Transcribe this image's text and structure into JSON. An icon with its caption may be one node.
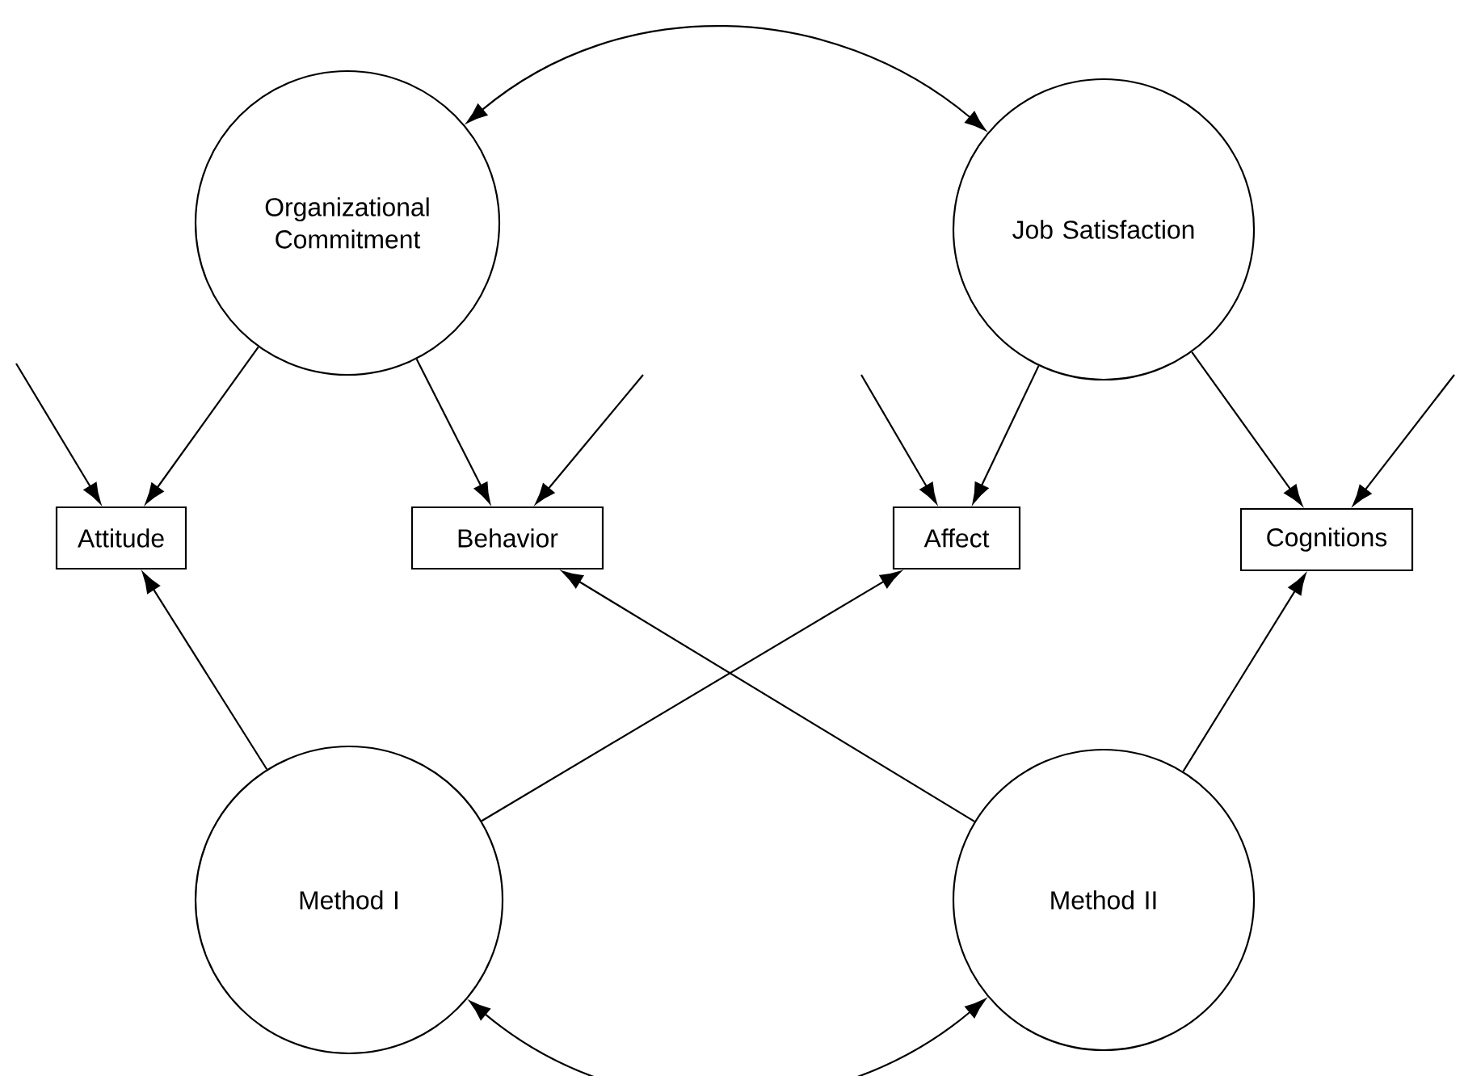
{
  "diagram": {
    "nodes": [
      {
        "text": [
          "Organizational Commitment"
        ]
      },
      {
        "text": [
          "Job Satisfaction"
        ]
      },
      {
        "text": [
          "Attitude"
        ]
      },
      {
        "text": [
          "Behavior"
        ]
      },
      {
        "text": [
          "Affect"
        ]
      },
      {
        "text": [
          "Cognitions"
        ]
      },
      {
        "text": [
          "Method I"
        ]
      },
      {
        "text": [
          "Method II"
        ]
      }
    ],
    "edges": [
      {
        "from": 0,
        "to": 1,
        "arrow": "both"
      },
      {
        "from": 0,
        "to": 2,
        "arrow": "to"
      },
      {
        "from": 0,
        "to": 3,
        "arrow": "to"
      },
      {
        "from": 1,
        "to": 4,
        "arrow": "to"
      },
      {
        "from": 1,
        "to": 5,
        "arrow": "to"
      },
      {
        "from": null,
        "to": 2,
        "arrow": "to"
      },
      {
        "from": null,
        "to": 3,
        "arrow": "to"
      },
      {
        "from": null,
        "to": 4,
        "arrow": "to"
      },
      {
        "from": null,
        "to": 5,
        "arrow": "to"
      },
      {
        "from": 6,
        "to": 2,
        "arrow": "to"
      },
      {
        "from": 6,
        "to": 4,
        "arrow": "to"
      },
      {
        "from": 7,
        "to": 3,
        "arrow": "to"
      },
      {
        "from": 7,
        "to": 5,
        "arrow": "to"
      },
      {
        "from": 6,
        "to": 7,
        "arrow": "both"
      }
    ]
  }
}
